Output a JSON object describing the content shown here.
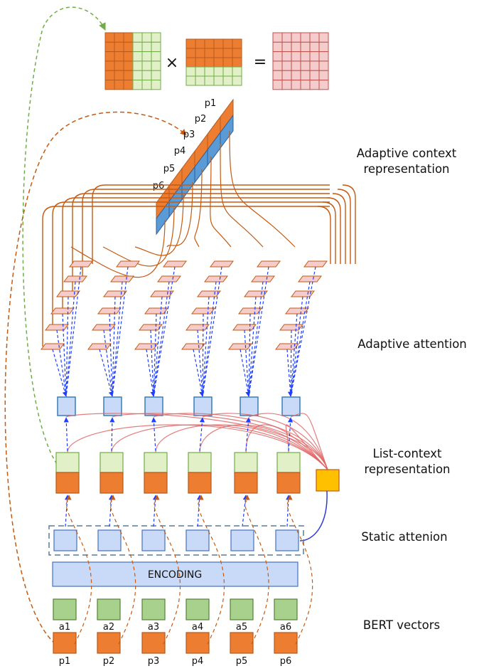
{
  "labels": {
    "adaptive_context_1": "Adaptive context",
    "adaptive_context_2": "representation",
    "adaptive_attention": "Adaptive attention",
    "list_context_1": "List-context",
    "list_context_2": "representation",
    "static_attention": "Static attenion",
    "bert_vectors": "BERT vectors",
    "encoding": "ENCODING"
  },
  "operators": {
    "times": "×",
    "equals": "="
  },
  "p_labels": [
    "p1",
    "p2",
    "p3",
    "p4",
    "p5",
    "p6"
  ],
  "a_labels": [
    "a1",
    "a2",
    "a3",
    "a4",
    "a5",
    "a6"
  ],
  "colors": {
    "orange": "#ED7D31",
    "orange_stroke": "#B85A1C",
    "light_green": "#E2F0C8",
    "green_stroke": "#70AD47",
    "green_box": "#A9D18E",
    "green_box_stroke": "#548235",
    "light_blue": "#C9DAF8",
    "blue_stroke": "#4472C4",
    "steel_blue": "#5B9BD5",
    "pink": "#F4CCCC",
    "pink_line": "#E06666",
    "brown": "#C55A11",
    "gold": "#FFC000",
    "dash_blue": "#1F3FFF"
  },
  "icons": {
    "arrow": "arrow-icon"
  }
}
